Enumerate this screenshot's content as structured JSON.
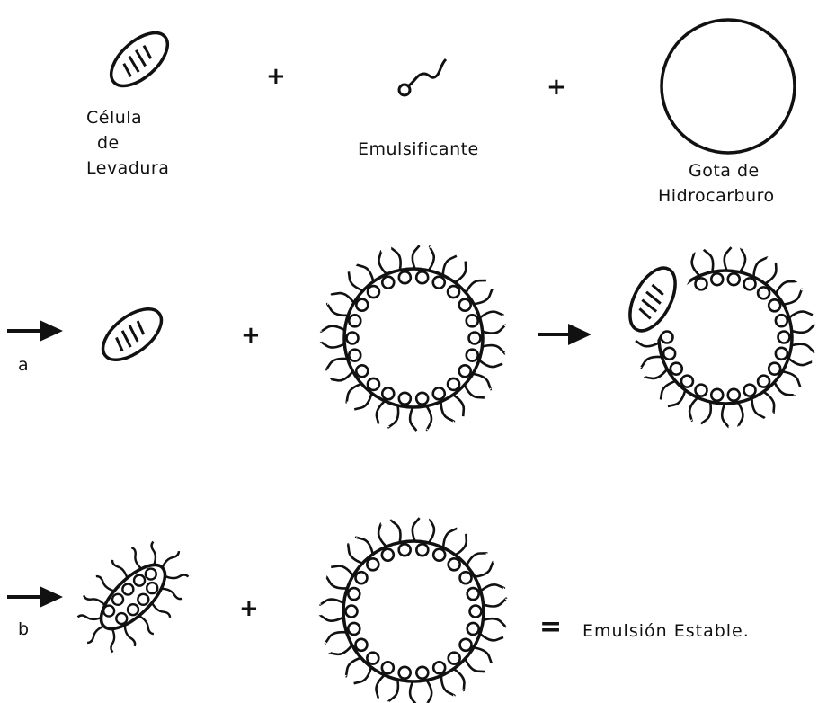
{
  "labels": {
    "yeast_cell": [
      "Célula",
      "de",
      "Levadura"
    ],
    "emulsifier": "Emulsificante",
    "hydrocarbon_drop": [
      "Gota de",
      "Hidrocarburo"
    ],
    "route_a": "a",
    "route_b": "b",
    "stable_emulsion": "Emulsión Estable."
  },
  "symbols": {
    "plus": "+",
    "equals": "="
  },
  "colors": {
    "ink": "#111111",
    "background": "#ffffff"
  }
}
